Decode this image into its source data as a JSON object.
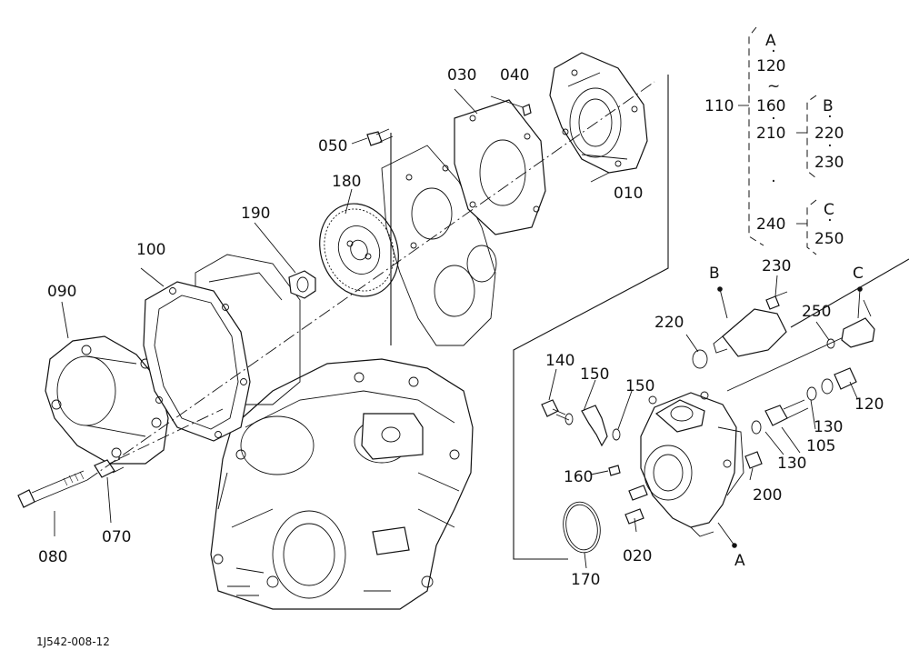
{
  "drawing_code": "1J542-008-12",
  "parts": {
    "p010": "010",
    "p020": "020",
    "p030": "030",
    "p040": "040",
    "p050": "050",
    "p070": "070",
    "p080": "080",
    "p090": "090",
    "p100": "100",
    "p105": "105",
    "p110": "110",
    "p120": "120",
    "p130a": "130",
    "p130b": "130",
    "p140": "140",
    "p150a": "150",
    "p150b": "150",
    "p160": "160",
    "p170": "170",
    "p180": "180",
    "p190": "190",
    "p200": "200",
    "p220": "220",
    "p230": "230",
    "p250": "250"
  },
  "callouts": {
    "b_label": "B",
    "c_label": "C",
    "a_label": "A"
  },
  "legend": {
    "group_total": "110",
    "a_letter": "A",
    "a_from": "120",
    "a_tilde": "~",
    "a_to": "160",
    "a_item": "210",
    "dot": "·",
    "b_letter": "B",
    "b_item1": "220",
    "b_item2": "230",
    "c_item": "240",
    "c_letter": "C",
    "c_item1": "250"
  }
}
